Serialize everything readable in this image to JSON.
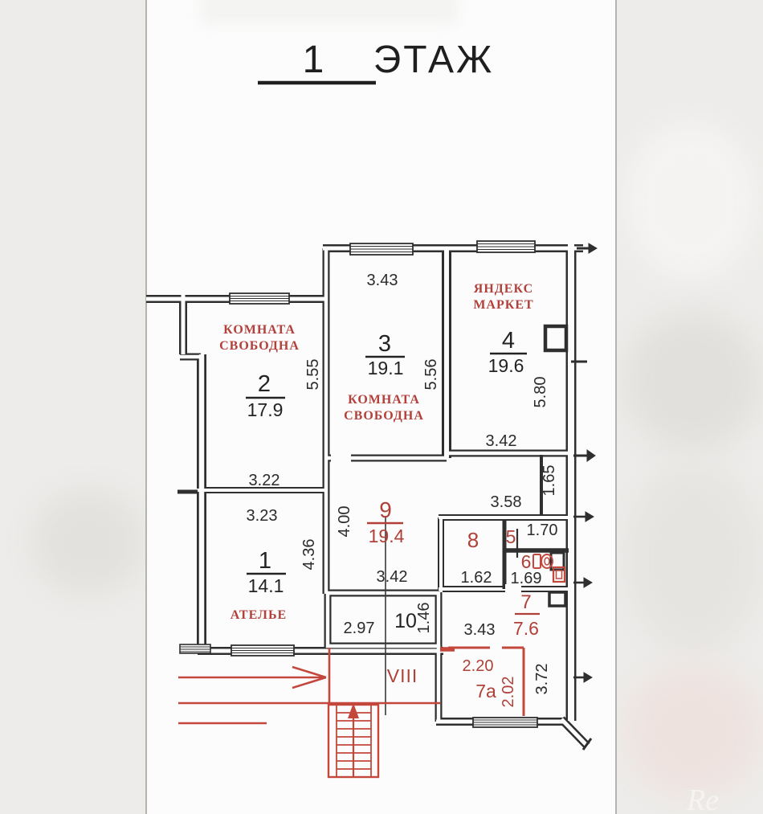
{
  "title": {
    "number": "1",
    "word": "ЭТАЖ"
  },
  "plan": {
    "rooms": {
      "r1": {
        "number": "1",
        "area": "14.1",
        "label": "АТЕЛЬЕ"
      },
      "r2": {
        "number": "2",
        "area": "17.9",
        "status": [
          "КОМНАТА",
          "СВОБОДНА"
        ]
      },
      "r3": {
        "number": "3",
        "area": "19.1",
        "status": [
          "КОМНАТА",
          "СВОБОДНА"
        ]
      },
      "r4": {
        "number": "4",
        "area": "19.6",
        "tenant": [
          "ЯНДЕКС",
          "МАРКЕТ"
        ]
      },
      "r5": {
        "number": "5"
      },
      "r6": {
        "number": "6"
      },
      "r7": {
        "number": "7",
        "area": "7.6"
      },
      "r7a": {
        "number": "7а"
      },
      "r8": {
        "number": "8"
      },
      "r9": {
        "number": "9",
        "area": "19.4"
      },
      "r10": {
        "number": "10"
      },
      "vestibule": {
        "number": "VIII"
      }
    },
    "dims": {
      "r3_top": "3.43",
      "r2_right": "5.55",
      "r3_right": "5.56",
      "r4_right": "5.80",
      "r4_bottom": "3.42",
      "r9_top": "3.58",
      "r9_niche": "1.65",
      "r9_left": "4.00",
      "r9_bottom": "3.42",
      "r2_bottom": "3.22",
      "r1_top": "3.23",
      "r1_right": "4.36",
      "r10_width": "2.97",
      "r10_depth": "1.46",
      "r8_bottom": "1.62",
      "r6_bottom": "1.69",
      "r5_width": "1.70",
      "r7_width": "3.43",
      "r7_right": "3.72",
      "r7a_width": "2.20",
      "r7a_depth": "2.02"
    }
  },
  "watermark": "Re",
  "colors": {
    "wall": "#2f2f2f",
    "red_accent": "#b04038",
    "red_line": "#c4473c",
    "page": "#fcfcfc"
  }
}
